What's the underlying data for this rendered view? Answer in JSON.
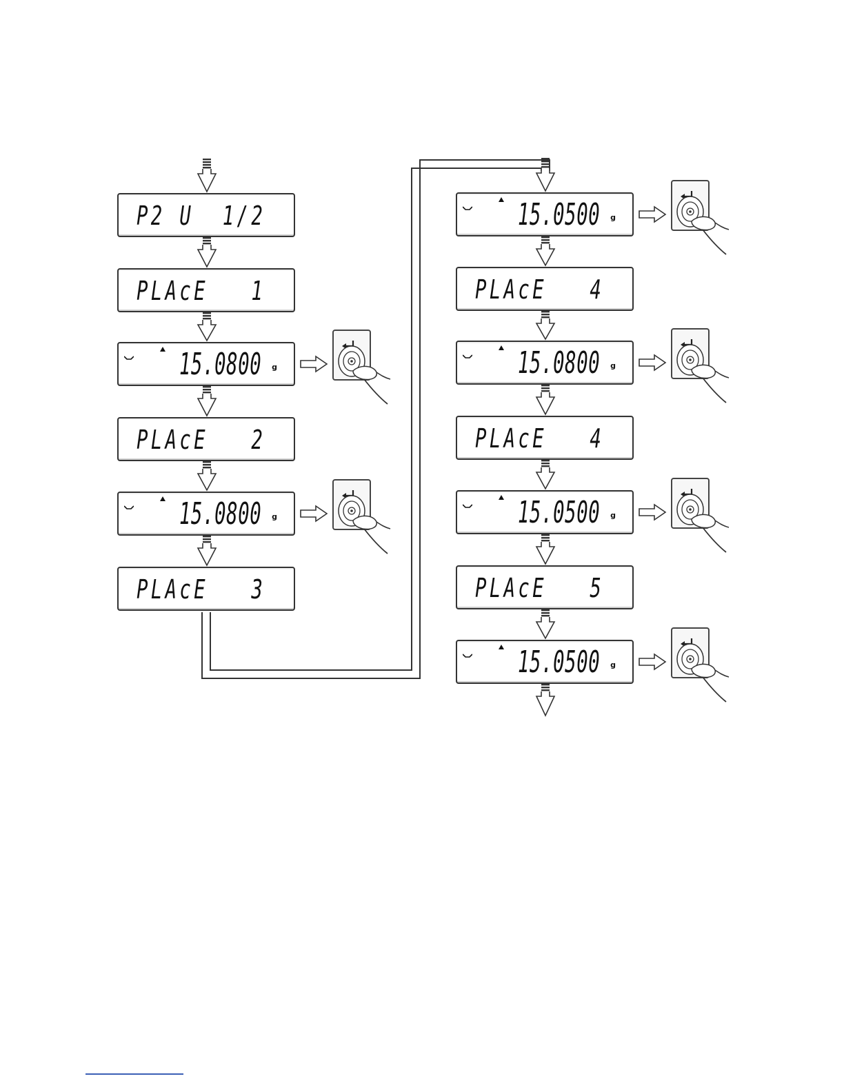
{
  "diagram": {
    "left_column": [
      {
        "type": "text",
        "text": "P2 U  1/2"
      },
      {
        "type": "text",
        "text": "PLAcE   1"
      },
      {
        "type": "reading",
        "value": "15.0800",
        "unit": "g",
        "press_enter": true
      },
      {
        "type": "text",
        "text": "PLAcE   2"
      },
      {
        "type": "reading",
        "value": "15.0800",
        "unit": "g",
        "press_enter": true
      },
      {
        "type": "text",
        "text": "PLAcE   3"
      }
    ],
    "right_column": [
      {
        "type": "reading",
        "value": "15.0500",
        "unit": "g",
        "press_enter": true
      },
      {
        "type": "text",
        "text": "PLAcE   4"
      },
      {
        "type": "reading",
        "value": "15.0800",
        "unit": "g",
        "press_enter": true
      },
      {
        "type": "text",
        "text": "PLAcE   4"
      },
      {
        "type": "reading",
        "value": "15.0500",
        "unit": "g",
        "press_enter": true
      },
      {
        "type": "text",
        "text": "PLAcE   5"
      },
      {
        "type": "reading",
        "value": "15.0500",
        "unit": "g",
        "press_enter": true
      }
    ],
    "icons": {
      "enter_key": "enter-key-press-icon",
      "flow_arrow": "down-arrow-icon",
      "side_arrow": "right-arrow-icon",
      "stability": "stability-marker-icon"
    },
    "colors": {
      "line": "#333333",
      "fill": "#ffffff"
    }
  }
}
